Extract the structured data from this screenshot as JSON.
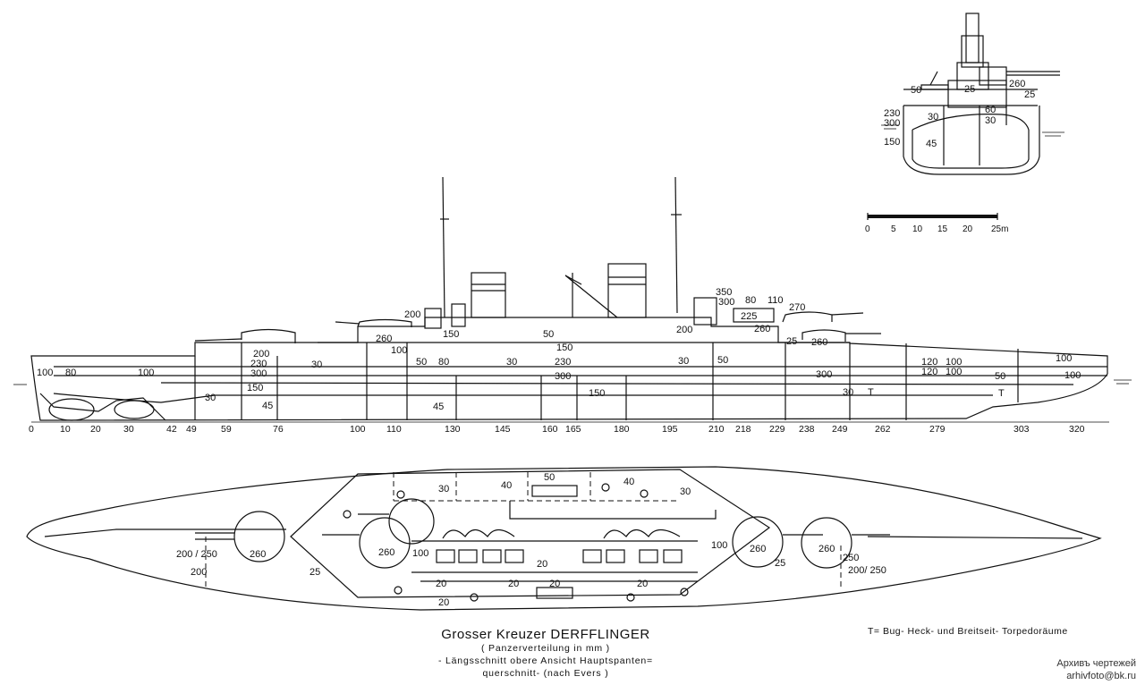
{
  "caption": {
    "title": "Grosser Kreuzer DERFFLINGER",
    "line1": "( Panzerverteilung in mm )",
    "line2": "- Längsschnitt  obere  Ansicht  Hauptspanten=",
    "line3": "querschnitt- (nach Evers )"
  },
  "legend_text": "T=  Bug-  Heck- und Breitseit- Torpedoräume",
  "watermark": {
    "line1": "Архивъ чертежей",
    "line2": "arhivfoto@bk.ru"
  },
  "scale_bar": {
    "labels": [
      "0",
      "5",
      "10",
      "15",
      "20",
      "25m"
    ]
  },
  "frame_numbers": [
    "0",
    "10",
    "20",
    "30",
    "42",
    "49",
    "59",
    "76",
    "100",
    "110",
    "130",
    "145",
    "160",
    "165",
    "180",
    "195",
    "210",
    "218",
    "229",
    "238",
    "249",
    "262",
    "279",
    "303",
    "320"
  ],
  "cross_section_labels": [
    "50",
    "25",
    "260",
    "25",
    "230",
    "300",
    "30",
    "60",
    "30",
    "150",
    "45"
  ],
  "profile_labels": [
    "350",
    "300",
    "80",
    "110",
    "270",
    "200",
    "225",
    "200",
    "260",
    "260",
    "25",
    "260",
    "50",
    "150",
    "150",
    "100",
    "50",
    "80",
    "30",
    "230",
    "30",
    "50",
    "100",
    "80",
    "100",
    "200",
    "230",
    "300",
    "30",
    "150",
    "30",
    "45",
    "45",
    "150",
    "300",
    "120",
    "100",
    "120",
    "100",
    "50",
    "100",
    "100",
    "300",
    "30",
    "T",
    "T"
  ],
  "plan_labels": [
    "50",
    "30",
    "40",
    "40",
    "30",
    "260",
    "260",
    "100",
    "100",
    "260",
    "260",
    "250",
    "200 / 250",
    "25",
    "200",
    "200/ 250",
    "25",
    "20",
    "20",
    "20",
    "20",
    "20",
    "20"
  ]
}
